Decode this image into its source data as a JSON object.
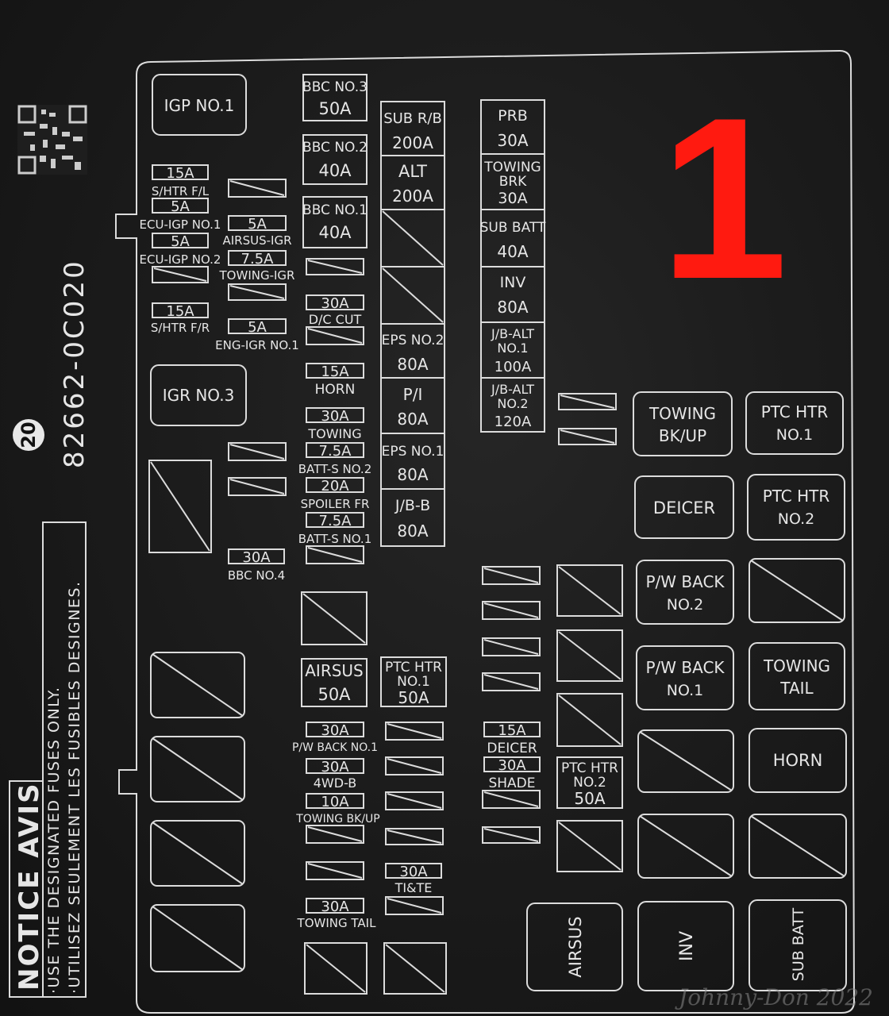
{
  "big_number": "1",
  "part_number": "82662-0C020",
  "circle_number": "20",
  "notice": {
    "title": "NOTICE AVIS",
    "line1": "·USE THE DESIGNATED FUSES ONLY.",
    "line2": "·UTILISEZ SEULEMENT LES FUSIBLES DESIGNES."
  },
  "watermark": "Johnny-Don 2022",
  "relays_top_left": [
    "IGP NO.1",
    "IGR NO.3"
  ],
  "col1_small_fuses": {
    "s_htr_fl": [
      "15A",
      "S/HTR F/L"
    ],
    "ecu_igp1": [
      "5A",
      "ECU-IGP NO.1"
    ],
    "ecu_igp2": [
      "5A",
      "ECU-IGP NO.2"
    ],
    "s_htr_fr": [
      "15A",
      "S/HTR F/R"
    ]
  },
  "col2_small_fuses": {
    "airsus_igr": [
      "5A",
      "AIRSUS-IGR"
    ],
    "towing_igr": [
      "7.5A",
      "TOWING-IGR"
    ],
    "eng_igr1": [
      "5A",
      "ENG-IGR NO.1"
    ],
    "bbc4": [
      "30A",
      "BBC NO.4"
    ]
  },
  "col3_fuses": {
    "bbc3": [
      "BBC NO.3",
      "50A"
    ],
    "bbc2": [
      "BBC NO.2",
      "40A"
    ],
    "bbc1": [
      "BBC NO.1",
      "40A"
    ],
    "dc_cut": [
      "30A",
      "D/C CUT"
    ],
    "horn": [
      "15A",
      "HORN"
    ],
    "towing": [
      "30A",
      "TOWING"
    ],
    "batt_s2": [
      "7.5A",
      "BATT-S NO.2"
    ],
    "spoiler": [
      "20A",
      "SPOILER FR"
    ],
    "batt_s1": [
      "7.5A",
      "BATT-S NO.1"
    ]
  },
  "col4_fuses": {
    "sub_rb": [
      "SUB R/B",
      "200A"
    ],
    "alt": [
      "ALT",
      "200A"
    ],
    "eps2": [
      "EPS NO.2",
      "80A"
    ],
    "pi": [
      "P/I",
      "80A"
    ],
    "eps1": [
      "EPS NO.1",
      "80A"
    ],
    "jbb": [
      "J/B-B",
      "80A"
    ]
  },
  "col5_fuses": {
    "prb": [
      "PRB",
      "30A"
    ],
    "towing_brk": [
      "TOWING",
      "BRK",
      "30A"
    ],
    "sub_batt": [
      "SUB BATT",
      "40A"
    ],
    "inv": [
      "INV",
      "80A"
    ],
    "jb_alt1": [
      "J/B-ALT",
      "NO.1",
      "100A"
    ],
    "jb_alt2": [
      "J/B-ALT",
      "NO.2",
      "120A"
    ]
  },
  "relays_right": {
    "towing_bkup": [
      "TOWING",
      "BK/UP"
    ],
    "ptc_htr1": [
      "PTC HTR",
      "NO.1"
    ],
    "deicer": [
      "DEICER"
    ],
    "ptc_htr2": [
      "PTC HTR",
      "NO.2"
    ],
    "pw_back2": [
      "P/W BACK",
      "NO.2"
    ],
    "pw_back1": [
      "P/W BACK",
      "NO.1"
    ],
    "towing_tail": [
      "TOWING",
      "TAIL"
    ],
    "horn": [
      "HORN"
    ]
  },
  "lower_mid": {
    "airsus": [
      "AIRSUS",
      "50A"
    ],
    "ptc_htr1": [
      "PTC HTR",
      "NO.1",
      "50A"
    ],
    "pw_back1": [
      "30A",
      "P/W BACK NO.1"
    ],
    "fourwd": [
      "30A",
      "4WD-B"
    ],
    "towing_bkup": [
      "10A",
      "TOWING BK/UP"
    ],
    "towing_tail": [
      "30A",
      "TOWING TAIL"
    ],
    "tite": [
      "30A",
      "TI&TE"
    ]
  },
  "lower_right": {
    "deicer": [
      "15A",
      "DEICER"
    ],
    "shade": [
      "30A",
      "SHADE"
    ],
    "ptc_htr2": [
      "PTC HTR",
      "NO.2",
      "50A"
    ]
  },
  "bottom_relays": [
    "AIRSUS",
    "INV",
    "SUB BATT"
  ]
}
